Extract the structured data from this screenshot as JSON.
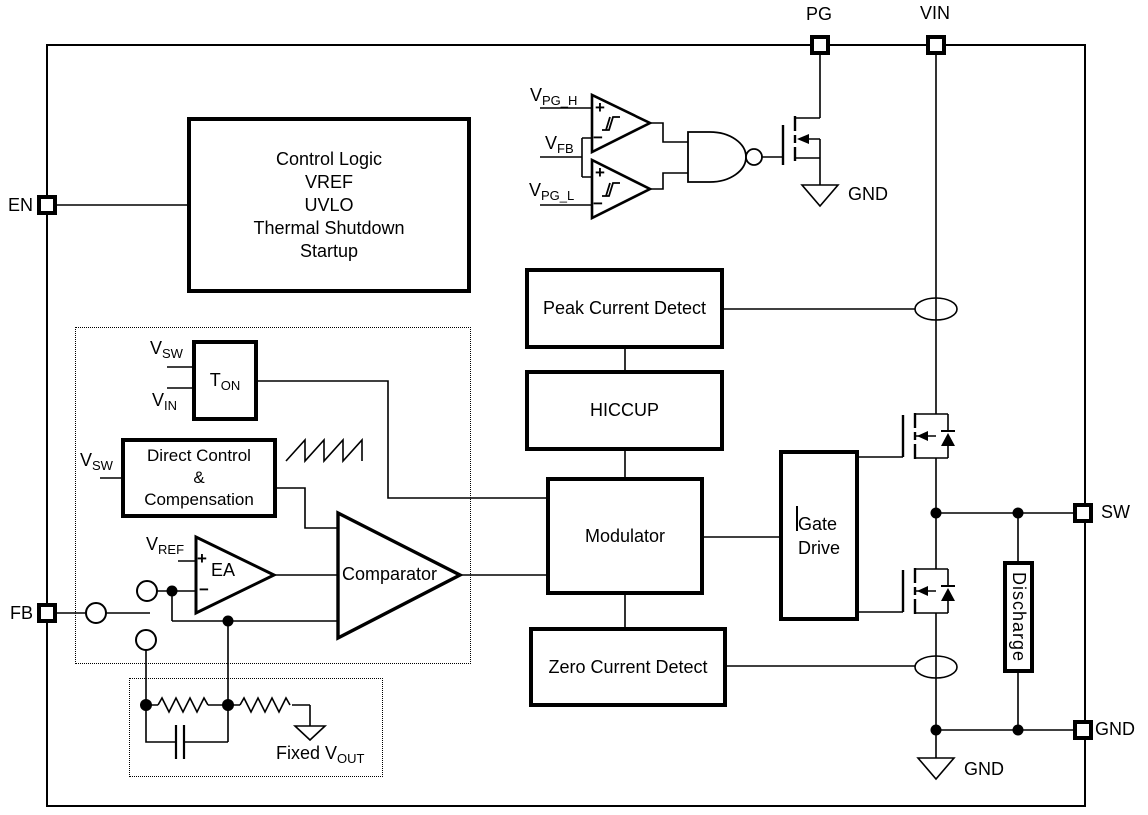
{
  "pins": {
    "en": "EN",
    "fb": "FB",
    "pg": "PG",
    "vin": "VIN",
    "sw": "SW",
    "gnd": "GND"
  },
  "blocks": {
    "control_logic": "Control Logic\nVREF\nUVLO\nThermal Shutdown\nStartup",
    "peak_current_detect": "Peak Current Detect",
    "hiccup": "HICCUP",
    "modulator": "Modulator",
    "zero_current_detect": "Zero Current Detect",
    "gate_drive": "Gate\nDrive",
    "discharge": "Discharge",
    "t_on": {
      "base": "T",
      "sub": "ON"
    },
    "direct_control": "Direct Control\n&\nCompensation"
  },
  "amplifiers": {
    "error_amp": "EA",
    "comparator": "Comparator"
  },
  "signals": {
    "v_pg_h": {
      "base": "V",
      "sub": "PG_H"
    },
    "v_fb": {
      "base": "V",
      "sub": "FB"
    },
    "v_pg_l": {
      "base": "V",
      "sub": "PG_L"
    },
    "v_sw_ton": {
      "base": "V",
      "sub": "SW"
    },
    "v_in_ton": {
      "base": "V",
      "sub": "IN"
    },
    "v_sw_dcc": {
      "base": "V",
      "sub": "SW"
    },
    "v_ref": {
      "base": "V",
      "sub": "REF"
    }
  },
  "ground_labels": {
    "pg_gnd": "GND",
    "power_gnd": "GND"
  },
  "annotations": {
    "fixed_vout": {
      "base": "Fixed V",
      "sub": "OUT"
    }
  },
  "marks": {
    "plus": "+",
    "minus": "−"
  },
  "colors": {
    "line": "#000000",
    "background": "#ffffff"
  }
}
